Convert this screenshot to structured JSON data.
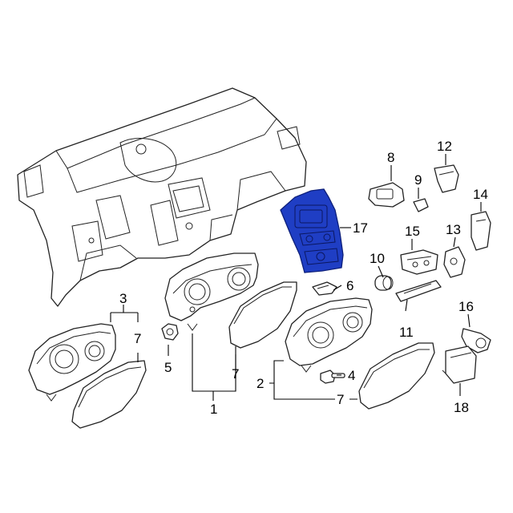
{
  "callouts": {
    "c1": "1",
    "c2": "2",
    "c3": "3",
    "c4": "4",
    "c5": "5",
    "c6": "6",
    "c7a": "7",
    "c7b": "7",
    "c7c": "7",
    "c8": "8",
    "c9": "9",
    "c10": "10",
    "c11": "11",
    "c12": "12",
    "c13": "13",
    "c14": "14",
    "c15": "15",
    "c16": "16",
    "c17": "17",
    "c18": "18"
  },
  "colors": {
    "highlight": "#1f3ec4",
    "line": "#222222",
    "background": "#ffffff"
  },
  "highlighted_part": "17"
}
